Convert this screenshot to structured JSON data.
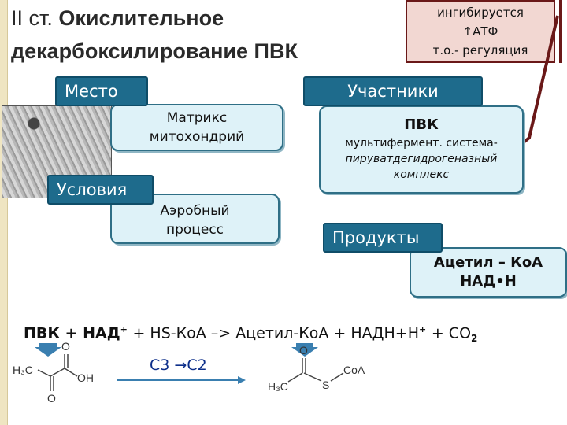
{
  "title": {
    "prefix": "II ст.",
    "line1": "Окислительное",
    "line2": "декарбоксилирование ПВК"
  },
  "regulation": {
    "line1": "ингибируется",
    "line2": "↑АТФ",
    "line3": "т.о.- регуляция"
  },
  "place": {
    "tab": "Место",
    "line1": "Матрикс",
    "line2": "митохондрий"
  },
  "conditions": {
    "tab": "Условия",
    "line1": "Аэробный",
    "line2": "процесс"
  },
  "participants": {
    "tab": "Участники",
    "title": "ПВК",
    "line1": "мультифермент. система-",
    "line2": "пируватдегидрогеназный",
    "line3": "комплекс"
  },
  "products": {
    "tab": "Продукты",
    "line1": "Ацетил – КоА",
    "line2": "НАД•Н"
  },
  "equation": {
    "pvk": "ПВК",
    "plus1": "+ НАД",
    "plus2": "+ HS-КоА –> Ацетил-КоА + НАДН+Н",
    "plus3": "+ СО",
    "sup_plus": "+",
    "sub_two": "2"
  },
  "carbon": "C3 →C2",
  "chem": {
    "o": "O",
    "h3c": "H₃C",
    "oh": "OH",
    "s": "S",
    "coa": "CoA"
  },
  "colors": {
    "tab": "#1e6b8c",
    "box_fill": "#def2f8",
    "reg_fill": "#f2d7d2",
    "reg_border": "#6a1818",
    "arrow_blue": "#3a7fb0"
  }
}
